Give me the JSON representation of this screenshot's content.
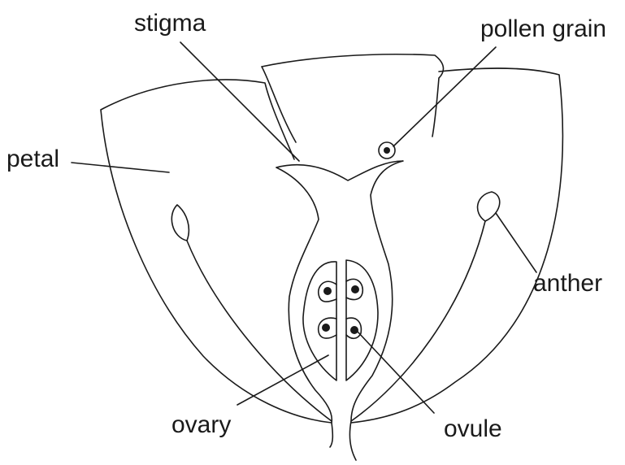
{
  "labels": {
    "stigma": "stigma",
    "pollen_grain": "pollen grain",
    "petal": "petal",
    "anther": "anther",
    "ovary": "ovary",
    "ovule": "ovule"
  }
}
